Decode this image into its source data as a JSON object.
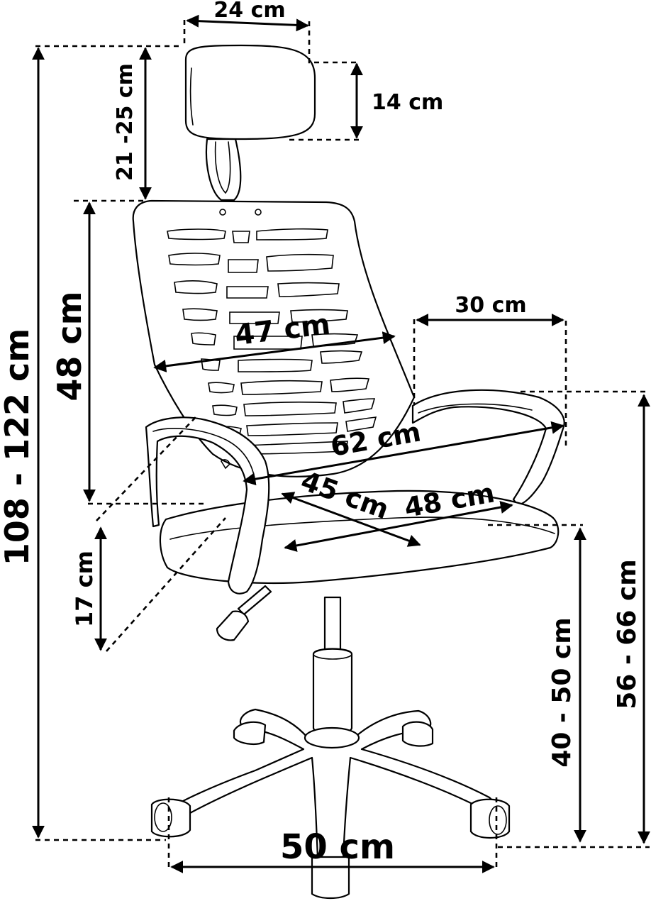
{
  "dimensions": {
    "headrest_width": "24 cm",
    "headrest_height": "14 cm",
    "headrest_adjust": "21 -25 cm",
    "backrest_height": "48 cm",
    "total_height": "108 - 122 cm",
    "backrest_width": "47 cm",
    "armrest_depth": "30 cm",
    "overall_width": "62 cm",
    "seat_depth": "45 cm",
    "seat_width": "48 cm",
    "armrest_to_seat": "17 cm",
    "seat_height": "40 - 50 cm",
    "armrest_height": "56 - 66 cm",
    "base_diameter": "50 cm"
  }
}
